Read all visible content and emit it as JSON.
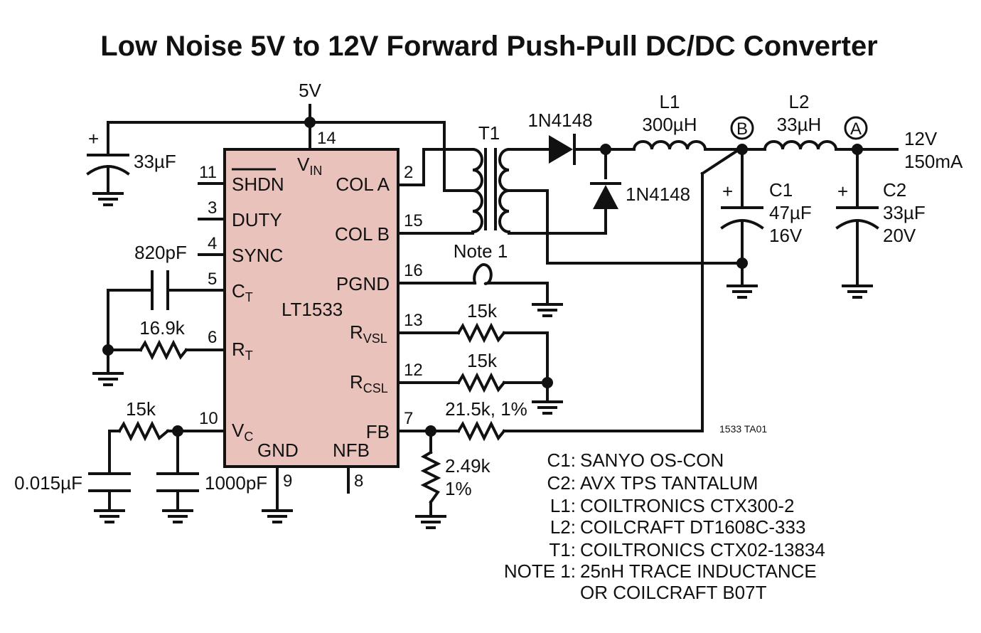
{
  "title": "Low Noise 5V to 12V Forward Push-Pull DC/DC Converter",
  "supply": "5V",
  "ic": {
    "name": "LT1533",
    "pins": {
      "vin": {
        "num": "14",
        "label": "V",
        "sub": "IN"
      },
      "shdn": {
        "num": "11",
        "label": "SHDN"
      },
      "duty": {
        "num": "3",
        "label": "DUTY"
      },
      "sync": {
        "num": "4",
        "label": "SYNC"
      },
      "ct": {
        "num": "5",
        "label": "C",
        "sub": "T"
      },
      "rt": {
        "num": "6",
        "label": "R",
        "sub": "T"
      },
      "vc": {
        "num": "10",
        "label": "V",
        "sub": "C"
      },
      "gnd": {
        "num": "9",
        "label": "GND"
      },
      "nfb": {
        "num": "8",
        "label": "NFB"
      },
      "cola": {
        "num": "2",
        "label": "COL A"
      },
      "colb": {
        "num": "15",
        "label": "COL B"
      },
      "pgnd": {
        "num": "16",
        "label": "PGND"
      },
      "rvsl": {
        "num": "13",
        "label": "R",
        "sub": "VSL"
      },
      "rcsl": {
        "num": "12",
        "label": "R",
        "sub": "CSL"
      },
      "fb": {
        "num": "7",
        "label": "FB"
      }
    }
  },
  "components": {
    "c_in": "33µF",
    "c_ct": "820pF",
    "r_rt": "16.9k",
    "r_vc": "15k",
    "c_vc1": "0.015µF",
    "c_vc2": "1000pF",
    "t1": "T1",
    "d1": "1N4148",
    "d2": "1N4148",
    "l1": {
      "ref": "L1",
      "value": "300µH"
    },
    "l2": {
      "ref": "L2",
      "value": "33µH"
    },
    "node_b": "B",
    "node_a": "A",
    "c1": {
      "ref": "C1",
      "value": "47µF",
      "voltage": "16V"
    },
    "c2": {
      "ref": "C2",
      "value": "33µF",
      "voltage": "20V"
    },
    "out_v": "12V",
    "out_i": "150mA",
    "note1": "Note 1",
    "r_vsl": "15k",
    "r_csl": "15k",
    "r_fb1": "21.5k, 1%",
    "r_fb2_val": "2.49k",
    "r_fb2_tol": "1%",
    "fig_id": "1533 TA01"
  },
  "notes": [
    {
      "key": "C1:",
      "text": "SANYO OS-CON"
    },
    {
      "key": "C2:",
      "text": "AVX TPS TANTALUM"
    },
    {
      "key": "L1:",
      "text": "COILTRONICS CTX300-2"
    },
    {
      "key": "L2:",
      "text": "COILCRAFT DT1608C-333"
    },
    {
      "key": "T1:",
      "text": "COILTRONICS CTX02-13834"
    },
    {
      "key": "NOTE 1:",
      "text": "25nH TRACE INDUCTANCE"
    },
    {
      "key": "",
      "text": "OR COILCRAFT B07T"
    }
  ]
}
